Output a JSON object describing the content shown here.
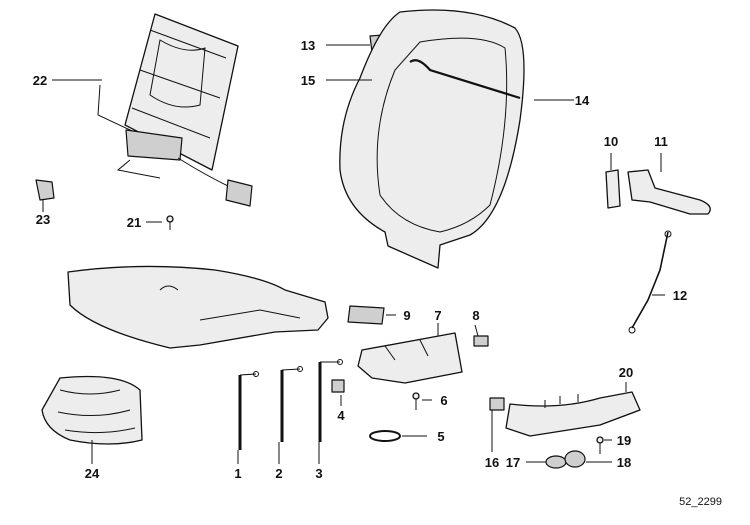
{
  "diagram": {
    "reference_code": "52_2299",
    "callouts": [
      "1",
      "2",
      "3",
      "4",
      "5",
      "6",
      "7",
      "8",
      "9",
      "10",
      "11",
      "12",
      "13",
      "14",
      "15",
      "16",
      "17",
      "18",
      "19",
      "20",
      "21",
      "22",
      "23",
      "24"
    ]
  }
}
